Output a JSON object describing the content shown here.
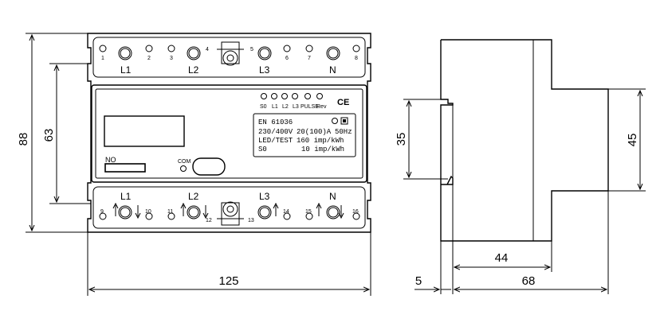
{
  "front_view": {
    "top_terminals": [
      "1",
      "2",
      "3",
      "4",
      "5",
      "6",
      "7",
      "8"
    ],
    "top_phase_labels": [
      "L1",
      "L2",
      "L3",
      "N"
    ],
    "bottom_terminals": [
      "9",
      "10",
      "11",
      "12",
      "13",
      "14",
      "15",
      "16"
    ],
    "bottom_phase_labels": [
      "L1",
      "L2",
      "L3",
      "N"
    ],
    "led_labels": [
      "S0",
      "L1",
      "L2",
      "L3",
      "PULSE",
      "Rev"
    ],
    "ce_mark": "CE",
    "nameplate": {
      "standard": "EN 61036",
      "line1_voltage": "230/400V",
      "line1_current": "20(100)A",
      "line1_freq": "50Hz",
      "line2_label": "LED/TEST",
      "line2_value": "160 imp/kWh",
      "line3_label": "S0",
      "line3_value": "10 imp/kWh"
    },
    "no_label": "NO",
    "com_label": "COM"
  },
  "dimensions": {
    "height_total": "88",
    "height_body": "63",
    "width_front": "125",
    "rail": "35",
    "side_height": "45",
    "side_depth_front": "44",
    "side_offset": "5",
    "side_depth_total": "68"
  }
}
